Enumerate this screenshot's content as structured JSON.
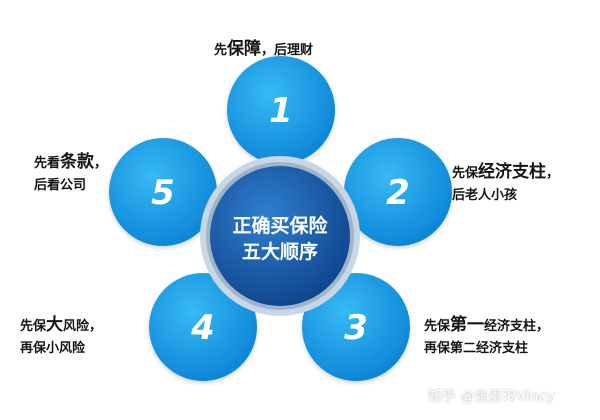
{
  "center": {
    "line1": "正确买保险",
    "line2": "五大顺序"
  },
  "steps": [
    {
      "number": "1",
      "lines": [
        {
          "pre": "先",
          "big": "保障",
          "post": "，后理财"
        }
      ]
    },
    {
      "number": "2",
      "lines": [
        {
          "pre": "先保",
          "big": "经济支柱",
          "post": "，"
        },
        {
          "pre": "后老人小孩",
          "big": "",
          "post": ""
        }
      ]
    },
    {
      "number": "3",
      "lines": [
        {
          "pre": "先保",
          "big": "第一",
          "post": "经济支柱，"
        },
        {
          "pre": "再保第二经济支柱",
          "big": "",
          "post": ""
        }
      ]
    },
    {
      "number": "4",
      "lines": [
        {
          "pre": "先保",
          "big": "大",
          "post": "风险，"
        },
        {
          "pre": "再保小风险",
          "big": "",
          "post": ""
        }
      ]
    },
    {
      "number": "5",
      "lines": [
        {
          "pre": "先看",
          "big": "条款",
          "post": "，"
        },
        {
          "pre": "后看公司",
          "big": "",
          "post": ""
        }
      ]
    }
  ],
  "watermark": "知乎 @张素玲Vincy",
  "colors": {
    "circle_light": "#1fa9ec",
    "circle_dark": "#0b83d6",
    "center_light": "#2f7fd0",
    "center_dark": "#0d3f86",
    "center_ring": "#b6c7da",
    "text": "#141414"
  }
}
